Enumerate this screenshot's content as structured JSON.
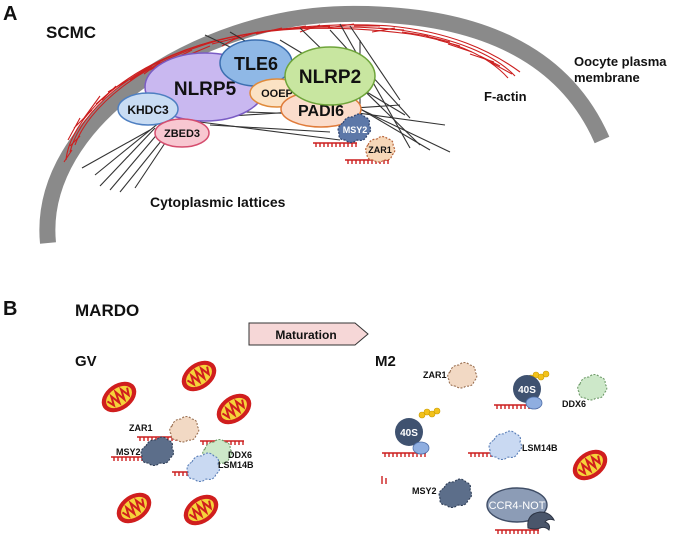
{
  "panel_a": {
    "letter": "A",
    "title": "SCMC",
    "membrane_label_line1": "Oocyte plasma",
    "membrane_label_line2": "membrane",
    "factin_label": "F-actin",
    "lattices_label": "Cytoplasmic lattices",
    "proteins": {
      "nlrp5": "NLRP5",
      "tle6": "TLE6",
      "nlrp2": "NLRP2",
      "ooep": "OOEP",
      "padi6": "PADI6",
      "khdc3": "KHDC3",
      "zbed3": "ZBED3",
      "msy2": "MSY2",
      "zar1": "ZAR1"
    }
  },
  "panel_b": {
    "letter": "B",
    "title": "MARDO",
    "arrow_label": "Maturation",
    "gv": {
      "label": "GV",
      "zar1": "ZAR1",
      "msy2": "MSY2",
      "ddx6": "DDX6",
      "lsm14b": "LSM14B"
    },
    "m2": {
      "label": "M2",
      "zar1": "ZAR1",
      "ribosome": "40S",
      "ddx6": "DDX6",
      "lsm14b": "LSM14B",
      "msy2": "MSY2",
      "ccr4": "CCR4-NOT"
    }
  },
  "colors": {
    "membrane": "#8a8a8a",
    "factin": "#cc1f1f",
    "nlrp5": "#c9b8f0",
    "tle6": "#8fb8e6",
    "nlrp2": "#c8e6a0",
    "ooep": "#fbe2c4",
    "padi6": "#fbdccb",
    "khdc3": "#c9dcf3",
    "zbed3": "#f8c7d1",
    "msy2": "#5d78a8",
    "ribosome": "#3f5270",
    "maturation_arrow": "#f6d7d7"
  }
}
